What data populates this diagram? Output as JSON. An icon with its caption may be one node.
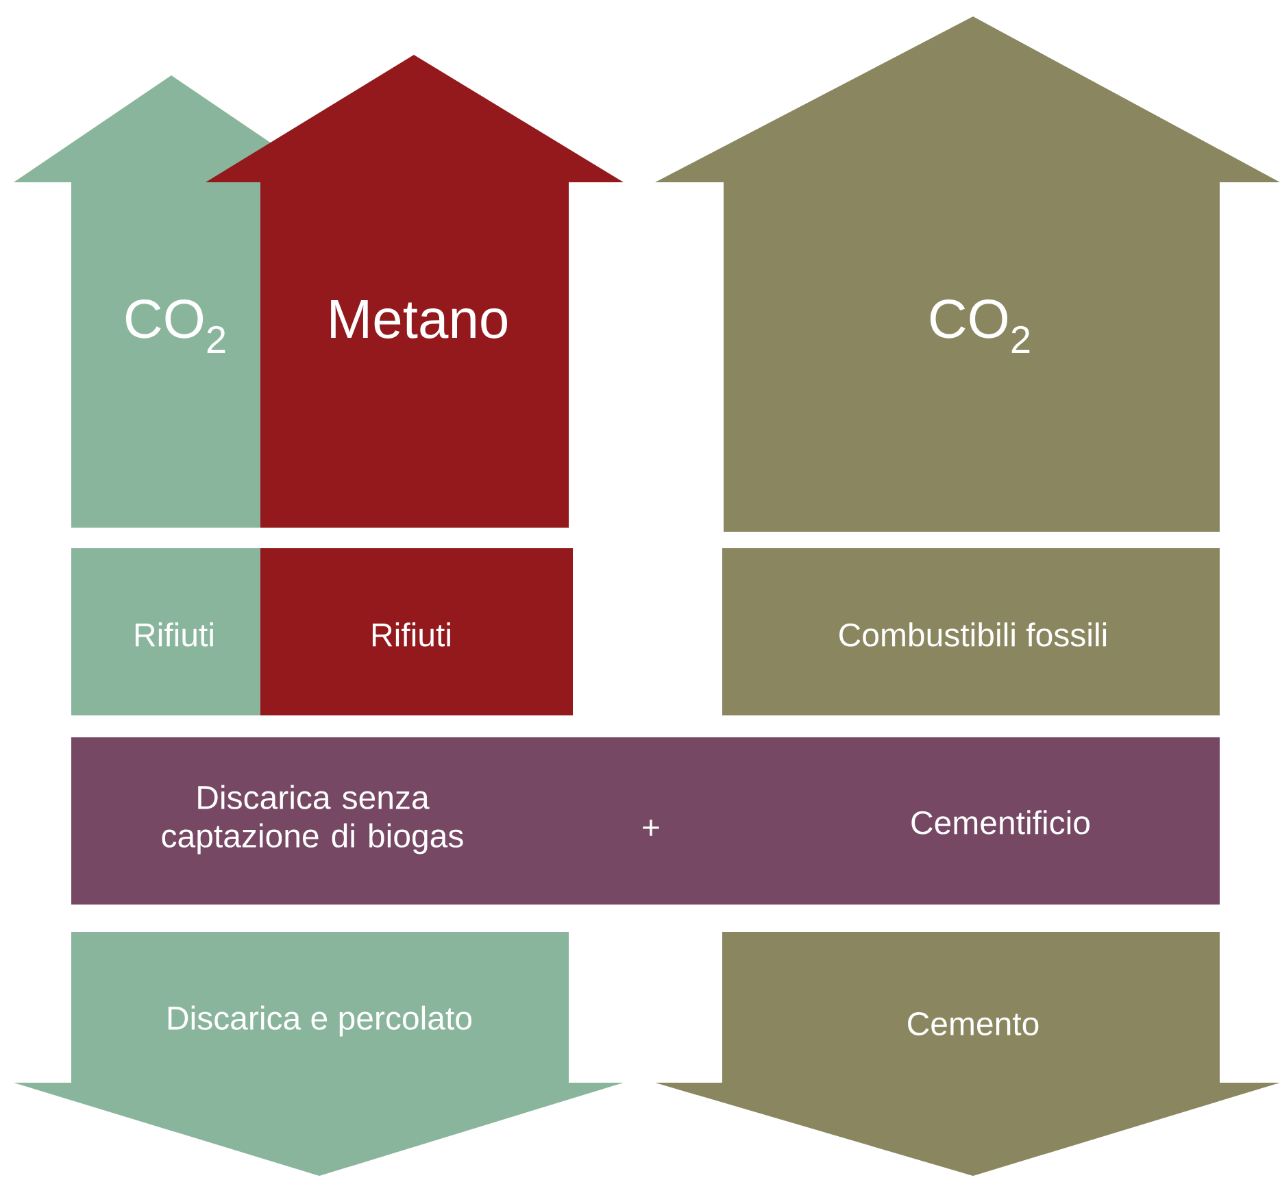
{
  "diagram": {
    "nodes": [
      {
        "text": [
          "CO$_{2}$"
        ]
      },
      {
        "text": [
          "Metano"
        ]
      },
      {
        "text": [
          "CO$_{2}$"
        ]
      },
      {
        "text": [
          "Rifiuti"
        ]
      },
      {
        "text": [
          "Rifiuti"
        ]
      },
      {
        "text": [
          "Combustibili fossili"
        ]
      },
      {
        "text": [
          "Discarica senza captazione di biogas",
          "+",
          "Cementificio"
        ]
      },
      {
        "text": [
          "Discarica e percolato"
        ]
      },
      {
        "text": [
          "Cemento"
        ]
      }
    ]
  }
}
